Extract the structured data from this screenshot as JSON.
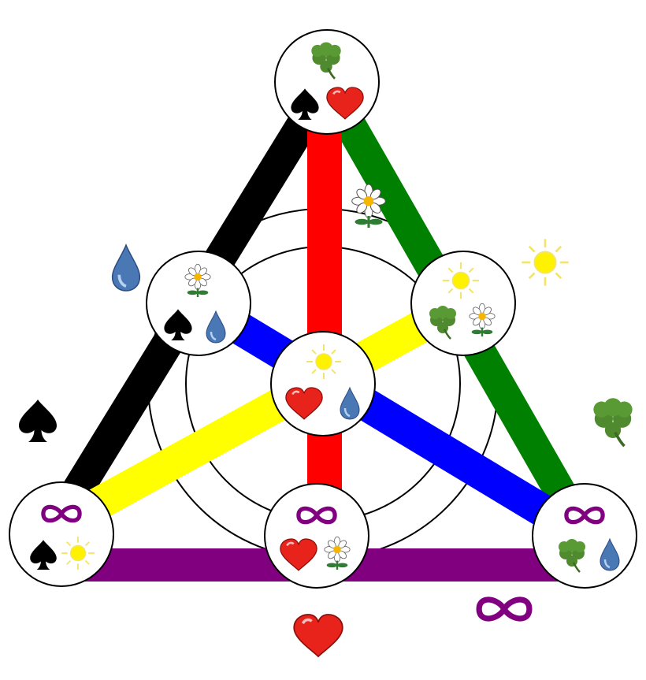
{
  "diagram": {
    "type": "fano-plane",
    "colors": {
      "spade": "#000000",
      "heart": "#e8231b",
      "clover": "#4f8a2e",
      "flower": "#ffffff",
      "sun": "#fff200",
      "drop": "#4a78b5",
      "infinity": "#7f007f"
    },
    "lines": [
      {
        "name": "spade-line",
        "symbol": "spade",
        "color": "#000000"
      },
      {
        "name": "heart-line",
        "symbol": "heart",
        "color": "#ff0000"
      },
      {
        "name": "clover-line",
        "symbol": "clover",
        "color": "#008000"
      },
      {
        "name": "flower-line",
        "symbol": "flower",
        "color": "#000000"
      },
      {
        "name": "sun-line",
        "symbol": "sun",
        "color": "#ffff00"
      },
      {
        "name": "drop-line",
        "symbol": "drop",
        "color": "#0000ff"
      },
      {
        "name": "infinity-line",
        "symbol": "infinity",
        "color": "#800080"
      }
    ],
    "nodes": [
      {
        "name": "apex",
        "symbols": [
          "clover",
          "spade",
          "heart"
        ]
      },
      {
        "name": "left-middle",
        "symbols": [
          "flower",
          "spade",
          "drop"
        ]
      },
      {
        "name": "right-middle",
        "symbols": [
          "sun",
          "clover",
          "flower"
        ]
      },
      {
        "name": "center",
        "symbols": [
          "sun",
          "heart",
          "drop"
        ]
      },
      {
        "name": "bottom-left",
        "symbols": [
          "infinity",
          "spade",
          "sun"
        ]
      },
      {
        "name": "bottom-middle",
        "symbols": [
          "infinity",
          "heart",
          "flower"
        ]
      },
      {
        "name": "bottom-right",
        "symbols": [
          "infinity",
          "clover",
          "drop"
        ]
      }
    ],
    "line_labels": [
      "drop",
      "flower",
      "sun",
      "spade",
      "clover",
      "infinity",
      "heart"
    ]
  }
}
